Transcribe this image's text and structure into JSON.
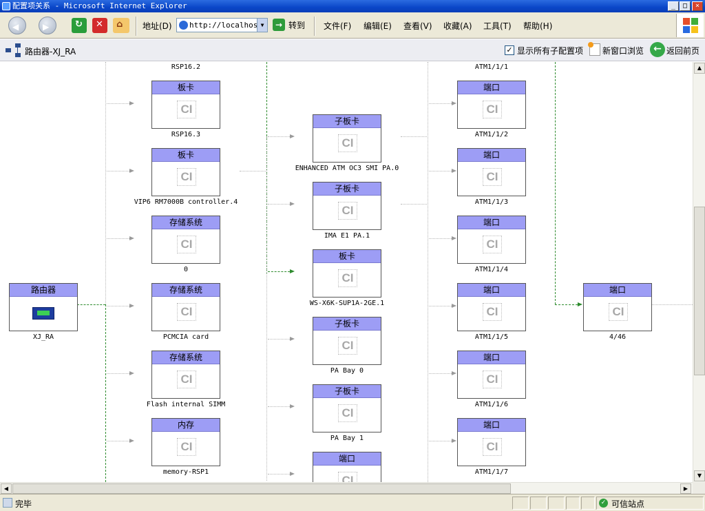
{
  "window": {
    "title": "配置项关系 - Microsoft Internet Explorer",
    "min": "_",
    "max": "□",
    "close": "×"
  },
  "toolbar": {
    "address_label": "地址(D)",
    "address_value": "http://localhost",
    "go_label": "转到",
    "menus": [
      "文件(F)",
      "编辑(E)",
      "查看(V)",
      "收藏(A)",
      "工具(T)",
      "帮助(H)"
    ]
  },
  "header": {
    "title": "路由器-XJ_RA",
    "show_all_label": "显示所有子配置项",
    "show_all_checked": true,
    "new_window_label": "新窗口浏览",
    "back_label": "返回前页"
  },
  "graph": {
    "root": {
      "type": "路由器",
      "label": "XJ_RA"
    },
    "column1_top_label": "RSP16.2",
    "column1": [
      {
        "type": "板卡",
        "label": "RSP16.3"
      },
      {
        "type": "板卡",
        "label": "VIP6 RM7000B controller.4"
      },
      {
        "type": "存储系统",
        "label": "0"
      },
      {
        "type": "存储系统",
        "label": "PCMCIA card"
      },
      {
        "type": "存储系统",
        "label": "Flash internal SIMM"
      },
      {
        "type": "内存",
        "label": "memory-RSP1"
      }
    ],
    "column2": [
      {
        "type": "子板卡",
        "label": "ENHANCED ATM OC3 SMI PA.0"
      },
      {
        "type": "子板卡",
        "label": "IMA E1 PA.1"
      },
      {
        "type": "板卡",
        "label": "WS-X6K-SUP1A-2GE.1"
      },
      {
        "type": "子板卡",
        "label": "PA Bay 0"
      },
      {
        "type": "子板卡",
        "label": "PA Bay 1"
      },
      {
        "type": "端口",
        "label": ""
      }
    ],
    "column3_top_label": "ATM1/1/1",
    "column3": [
      {
        "type": "端口",
        "label": "ATM1/1/2"
      },
      {
        "type": "端口",
        "label": "ATM1/1/3"
      },
      {
        "type": "端口",
        "label": "ATM1/1/4"
      },
      {
        "type": "端口",
        "label": "ATM1/1/5"
      },
      {
        "type": "端口",
        "label": "ATM1/1/6"
      },
      {
        "type": "端口",
        "label": "ATM1/1/7"
      }
    ],
    "column4": [
      {
        "type": "端口",
        "label": "4/46"
      }
    ],
    "ci_text": "CI"
  },
  "status": {
    "text": "完毕",
    "zone": "可信站点"
  }
}
